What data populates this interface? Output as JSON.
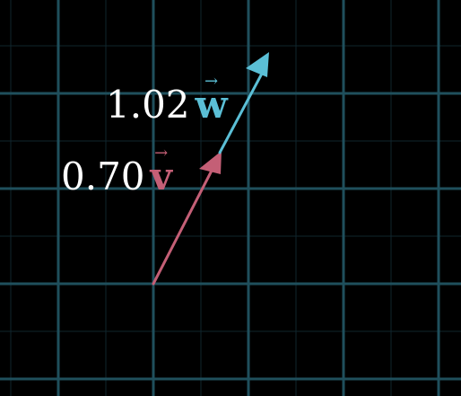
{
  "colors": {
    "background": "#000000",
    "grid_major": "#1f4f5c",
    "grid_minor": "#10262d",
    "vector_v": "#c45f76",
    "vector_w": "#5bbfd6",
    "label_text": "#ffffff"
  },
  "vectors": [
    {
      "id": "v",
      "coefficient": "0.70",
      "name": "v",
      "arrow_glyph": "→"
    },
    {
      "id": "w",
      "coefficient": "1.02",
      "name": "w",
      "arrow_glyph": "→"
    }
  ]
}
